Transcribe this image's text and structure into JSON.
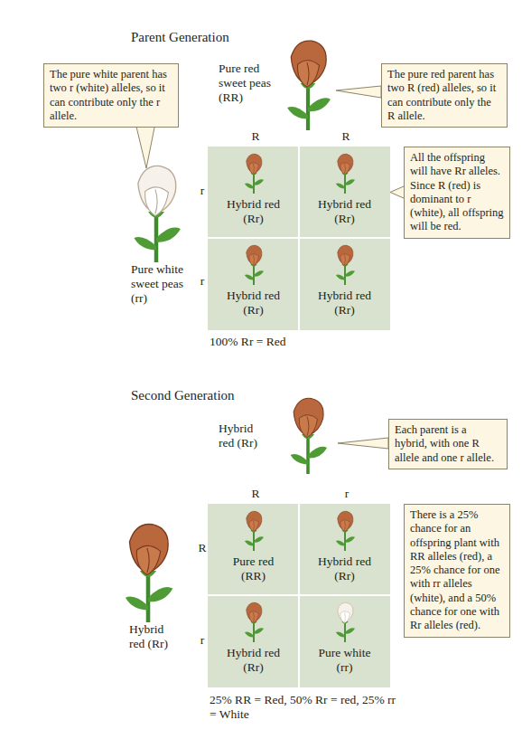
{
  "diagram": {
    "nodes": [
      {
        "text": [
          "The pure white parent has two r (white) alleles, so it can contribute only the r allele."
        ]
      },
      {
        "text": [
          "The pure red parent has two R (red) alleles, so it can contribute only the R allele."
        ]
      },
      {
        "text": [
          "Hybrid red (Rr)"
        ]
      },
      {
        "text": [
          "Hybrid red (Rr)"
        ]
      },
      {
        "text": [
          "All the offspring will have Rr alleles. Since R (red) is dominant to r (white), all offspring will be red."
        ]
      },
      {
        "text": [
          "Hybrid red (Rr)"
        ]
      },
      {
        "text": [
          "Hybrid red (Rr)"
        ]
      },
      {
        "text": [
          "Each parent is a hybrid, with one R allele and one r allele."
        ]
      },
      {
        "text": [
          "Pure red (RR)"
        ]
      },
      {
        "text": [
          "Hybrid red (Rr)"
        ]
      },
      {
        "text": [
          "There is a 25% chance for an offspring plant with RR alleles (red), a 25% chance for one with rr alleles (white), and a 50% chance for one with Rr alleles (red)."
        ]
      },
      {
        "text": [
          "Hybrid red (Rr)"
        ]
      },
      {
        "text": [
          "Pure white (rr)"
        ]
      }
    ],
    "edges": [
      {
        "from": 4,
        "to": 3,
        "arrow": "none"
      }
    ],
    "labels": [
      "Parent Generation",
      "Pure red sweet peas (RR)",
      "R",
      "R",
      "r",
      "r",
      "Pure white sweet peas (rr)",
      "100% Rr = Red",
      "Second Generation",
      "Hybrid red (Rr)",
      "R",
      "r",
      "R",
      "r",
      "Hybrid red (Rr)",
      "25% RR = Red, 50% Rr = red, 25% rr = White"
    ]
  }
}
